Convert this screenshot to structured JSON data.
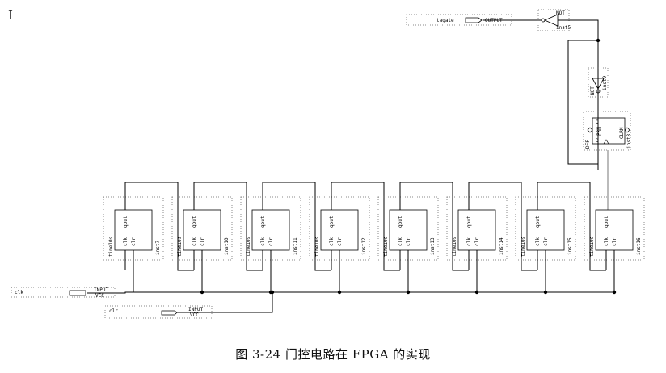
{
  "caption": "图 3-24 门控电路在 FPGA 的实现",
  "pins": {
    "output": {
      "name": "tagate",
      "type": "OUTPUT"
    },
    "clk": {
      "name": "clk",
      "type": "INPUT",
      "sub": "VCC"
    },
    "clr": {
      "name": "clr",
      "type": "INPUT",
      "sub": "VCC"
    }
  },
  "gates": {
    "output_inverter": {
      "type": "NOT",
      "inst": "inst5"
    },
    "feedback_inverter": {
      "type": "NOT",
      "inst": "inst9"
    },
    "flipflop": {
      "type": "DFF",
      "inst": "inst8",
      "pins": {
        "d": "D",
        "q": "Q",
        "prn": "PRN",
        "clrn": "CLRN"
      }
    }
  },
  "counters": {
    "type": "time10s",
    "ports": {
      "qout": "qout",
      "clk": "clk",
      "clr": "clr"
    },
    "instances": [
      "inst7",
      "inst10",
      "inst11",
      "inst12",
      "inst13",
      "inst14",
      "inst15",
      "inst16"
    ]
  },
  "colors": {
    "line": "#000000",
    "dotted": "#888888",
    "feedback": "#777777"
  }
}
